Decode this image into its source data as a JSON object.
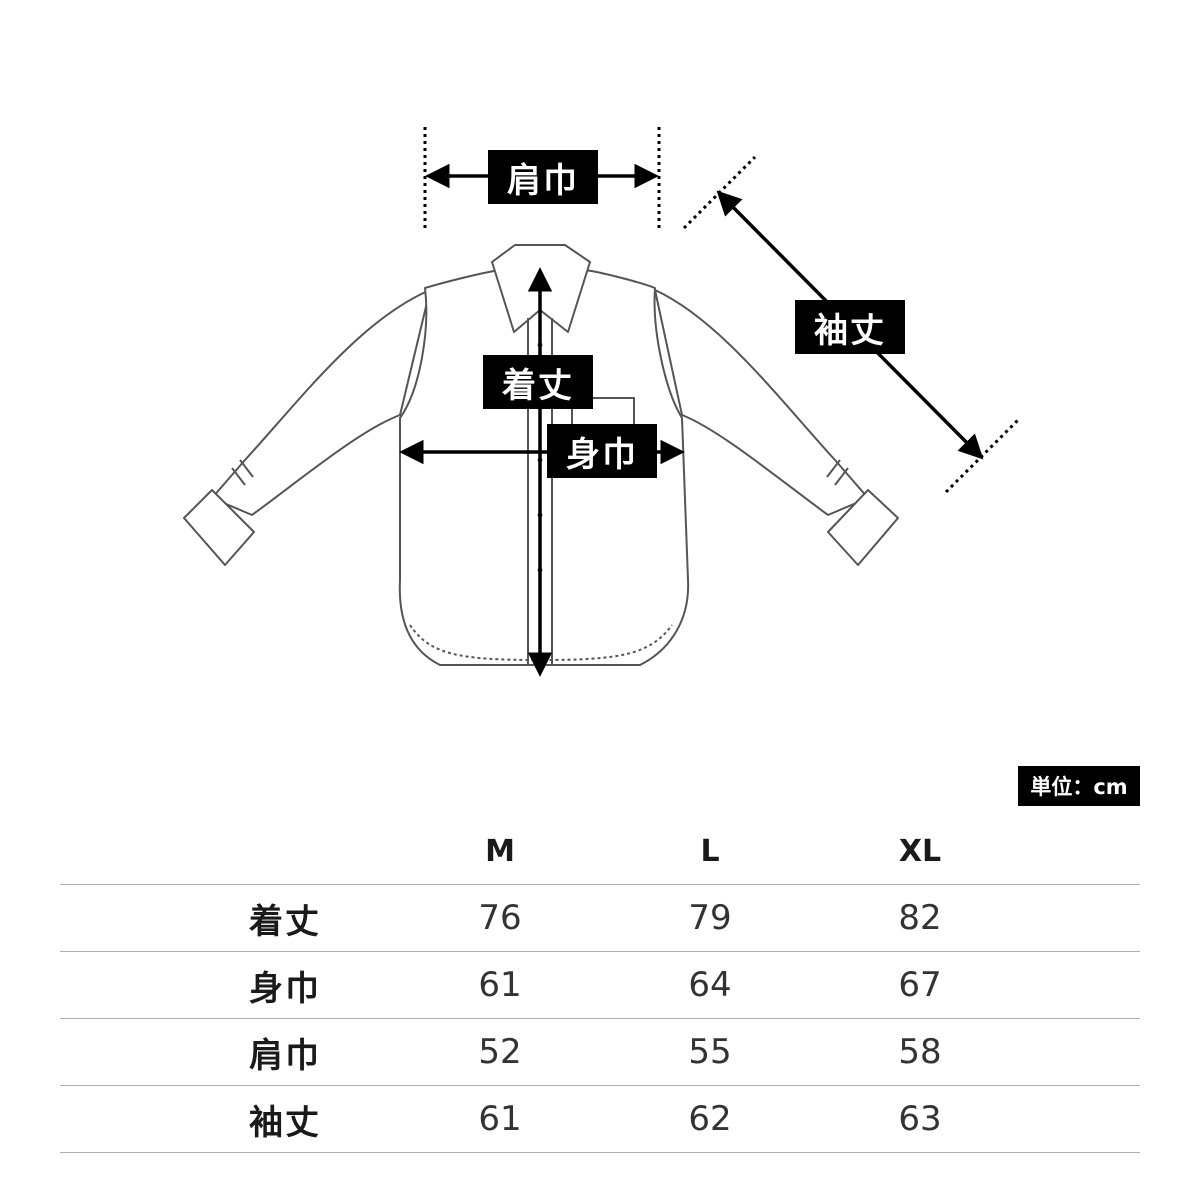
{
  "diagram": {
    "labels": {
      "shoulder": "肩巾",
      "length": "着丈",
      "chest": "身巾",
      "sleeve": "袖丈"
    }
  },
  "unit_label": "単位：cm",
  "table": {
    "sizes": [
      "M",
      "L",
      "XL"
    ],
    "rows": [
      {
        "label": "着丈",
        "values": [
          "76",
          "79",
          "82"
        ]
      },
      {
        "label": "身巾",
        "values": [
          "61",
          "64",
          "67"
        ]
      },
      {
        "label": "肩巾",
        "values": [
          "52",
          "55",
          "58"
        ]
      },
      {
        "label": "袖丈",
        "values": [
          "61",
          "62",
          "63"
        ]
      }
    ]
  }
}
